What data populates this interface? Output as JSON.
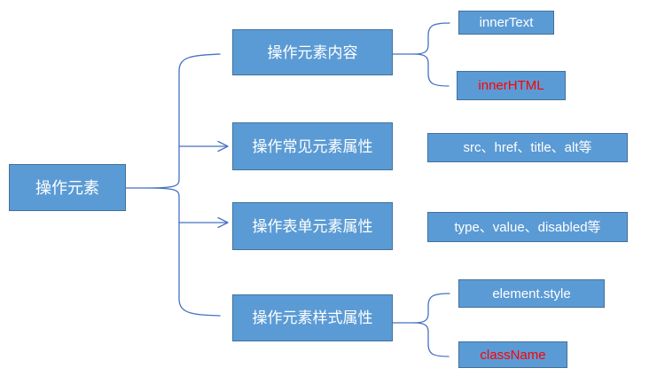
{
  "diagram": {
    "root": {
      "label": "操作元素"
    },
    "branches": [
      {
        "label": "操作元素内容",
        "children": [
          {
            "label": "innerText",
            "emphasis": "default"
          },
          {
            "label": "innerHTML",
            "emphasis": "red"
          }
        ]
      },
      {
        "label": "操作常见元素属性",
        "children": [
          {
            "label": "src、href、title、alt等",
            "emphasis": "default"
          }
        ]
      },
      {
        "label": "操作表单元素属性",
        "children": [
          {
            "label": "type、value、disabled等",
            "emphasis": "default"
          }
        ]
      },
      {
        "label": "操作元素样式属性",
        "children": [
          {
            "label": "element.style",
            "emphasis": "default"
          },
          {
            "label": "className",
            "emphasis": "red"
          }
        ]
      }
    ],
    "colors": {
      "node_fill": "#5B9BD5",
      "node_border": "#41719C",
      "connector": "#4472C4",
      "label_default": "#FFFFFF",
      "label_emphasis": "#FF0000",
      "background": "#FFFFFF"
    }
  }
}
